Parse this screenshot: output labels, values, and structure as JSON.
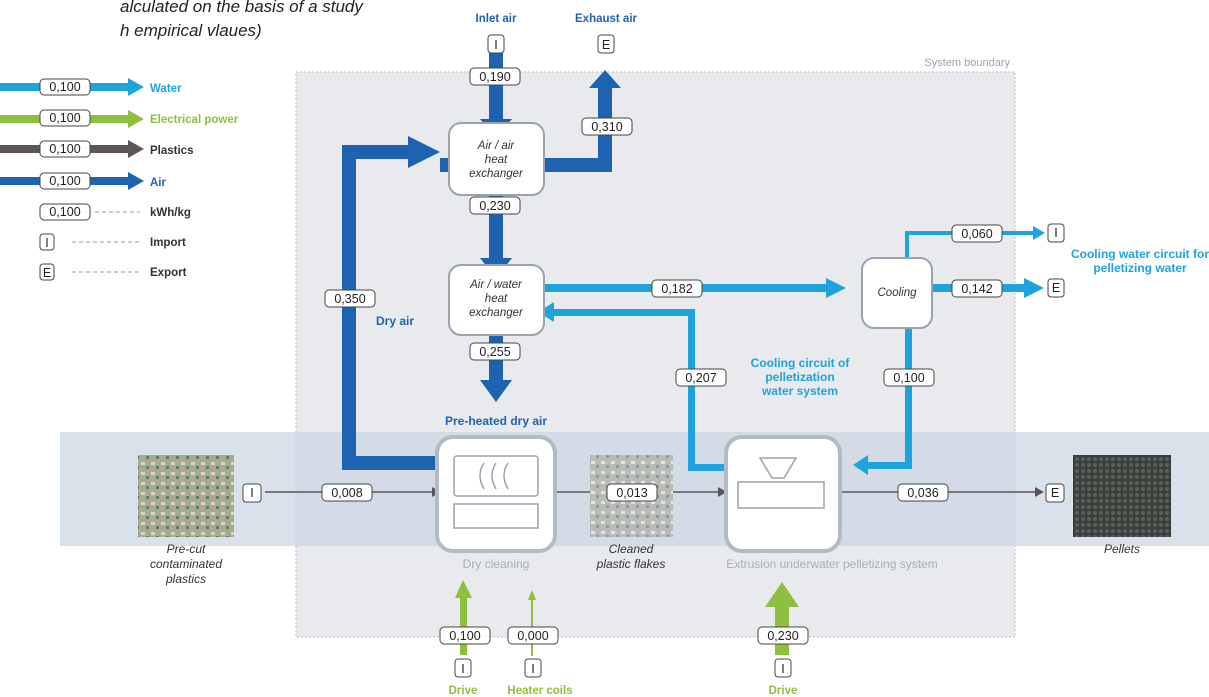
{
  "note": {
    "line1": "alculated on the basis of a study",
    "line2": "h empirical vlaues)"
  },
  "legend": {
    "water": {
      "value": "0,100",
      "label": "Water"
    },
    "power": {
      "value": "0,100",
      "label": "Electrical power"
    },
    "plastics": {
      "value": "0,100",
      "label": "Plastics"
    },
    "air": {
      "value": "0,100",
      "label": "Air"
    },
    "unit": {
      "value": "0,100",
      "label": "kWh/kg"
    },
    "import": {
      "symbol": "I",
      "label": "Import"
    },
    "export": {
      "symbol": "E",
      "label": "Export"
    }
  },
  "system_boundary": "System boundary",
  "top": {
    "inlet": "Inlet air",
    "exhaust": "Exhaust air",
    "import_sym": "I",
    "export_sym": "E"
  },
  "nodes": {
    "air_air": [
      "Air / air",
      "heat",
      "exchanger"
    ],
    "air_water": [
      "Air / water",
      "heat",
      "exchanger"
    ],
    "cooling": "Cooling",
    "dry_cleaning": "Dry cleaning",
    "extrusion": "Extrusion underwater pelletizing system"
  },
  "labels": {
    "dry_air": "Dry air",
    "preheated": "Pre-heated dry air",
    "cooling_circuit": [
      "Cooling circuit of",
      "pelletization",
      "water system"
    ],
    "cooling_water_circuit": [
      "Cooling water circuit for",
      "pelletizing water"
    ]
  },
  "values": {
    "inlet": "0,190",
    "exhaust": "0,310",
    "dry_air_loop": "0,350",
    "after_air_air": "0,230",
    "after_air_water": "0,255",
    "to_cooling": "0,182",
    "return_207": "0,207",
    "cool_import": "0,060",
    "cool_export": "0,142",
    "cool_down": "0,100",
    "plastics_in": "0,008",
    "flakes": "0,013",
    "pellets_out": "0,036",
    "drive_dry": "0,100",
    "heater": "0,000",
    "drive_ext": "0,230"
  },
  "products": {
    "input": [
      "Pre-cut",
      "contaminated",
      "plastics"
    ],
    "flakes": [
      "Cleaned",
      "plastic flakes"
    ],
    "pellets": "Pellets"
  },
  "bottom": {
    "drive1": "Drive",
    "heater": "Heater coils",
    "drive2": "Drive"
  },
  "symbols": {
    "import": "I",
    "export": "E"
  },
  "colors": {
    "water": "#1fa3dc",
    "air": "#1e63b0",
    "power": "#8fbf3f",
    "plastics": "#5b5556",
    "boundary": "#e8eaed"
  }
}
